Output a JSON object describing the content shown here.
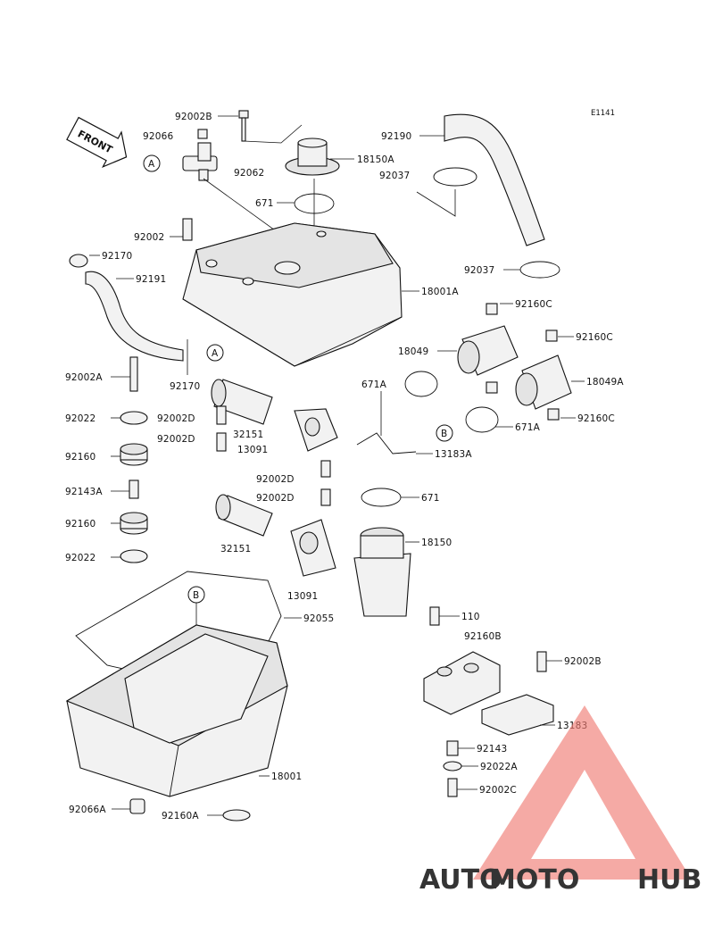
{
  "diagram": {
    "code": "E1141",
    "front_label": "FRONT",
    "callouts": [
      {
        "id": "A1",
        "text": "A"
      },
      {
        "id": "A2",
        "text": "A"
      },
      {
        "id": "B1",
        "text": "B"
      },
      {
        "id": "B2",
        "text": "B"
      }
    ],
    "parts": [
      {
        "id": "p0",
        "text": "92002B"
      },
      {
        "id": "p1",
        "text": "92066"
      },
      {
        "id": "p2",
        "text": "92062"
      },
      {
        "id": "p3",
        "text": "18150A"
      },
      {
        "id": "p4",
        "text": "92037"
      },
      {
        "id": "p5",
        "text": "92190"
      },
      {
        "id": "p6",
        "text": "671"
      },
      {
        "id": "p7",
        "text": "92002"
      },
      {
        "id": "p8",
        "text": "92170"
      },
      {
        "id": "p9",
        "text": "92191"
      },
      {
        "id": "p10",
        "text": "92037"
      },
      {
        "id": "p11",
        "text": "18001A"
      },
      {
        "id": "p12",
        "text": "92160C"
      },
      {
        "id": "p13",
        "text": "92002A"
      },
      {
        "id": "p14",
        "text": "92170"
      },
      {
        "id": "p15",
        "text": "18049"
      },
      {
        "id": "p16",
        "text": "92160C"
      },
      {
        "id": "p17",
        "text": "671A"
      },
      {
        "id": "p18",
        "text": "18049A"
      },
      {
        "id": "p19",
        "text": "92022"
      },
      {
        "id": "p20",
        "text": "92002D"
      },
      {
        "id": "p21",
        "text": "92002D"
      },
      {
        "id": "p22",
        "text": "32151"
      },
      {
        "id": "p23",
        "text": "92160C"
      },
      {
        "id": "p24",
        "text": "671A"
      },
      {
        "id": "p25",
        "text": "92160"
      },
      {
        "id": "p26",
        "text": "13091"
      },
      {
        "id": "p27",
        "text": "13183A"
      },
      {
        "id": "p28",
        "text": "92002D"
      },
      {
        "id": "p29",
        "text": "92143A"
      },
      {
        "id": "p30",
        "text": "92002D"
      },
      {
        "id": "p31",
        "text": "671"
      },
      {
        "id": "p32",
        "text": "92160"
      },
      {
        "id": "p33",
        "text": "32151"
      },
      {
        "id": "p34",
        "text": "18150"
      },
      {
        "id": "p35",
        "text": "92022"
      },
      {
        "id": "p36",
        "text": "13091"
      },
      {
        "id": "p37",
        "text": "92055"
      },
      {
        "id": "p38",
        "text": "110"
      },
      {
        "id": "p39",
        "text": "92160B"
      },
      {
        "id": "p40",
        "text": "92002B"
      },
      {
        "id": "p41",
        "text": "13183"
      },
      {
        "id": "p42",
        "text": "92143"
      },
      {
        "id": "p43",
        "text": "92022A"
      },
      {
        "id": "p44",
        "text": "92002C"
      },
      {
        "id": "p45",
        "text": "18001"
      },
      {
        "id": "p46",
        "text": "92066A"
      },
      {
        "id": "p47",
        "text": "92160A"
      }
    ]
  },
  "watermark": {
    "segments": [
      {
        "text": "AUTO",
        "color": "#f3b37b"
      },
      {
        "text": "MOTO",
        "color": "#f08b82"
      },
      {
        "text": "HUB",
        "color": "#9a9a9a"
      }
    ],
    "triangle_color": "#f07a72"
  }
}
